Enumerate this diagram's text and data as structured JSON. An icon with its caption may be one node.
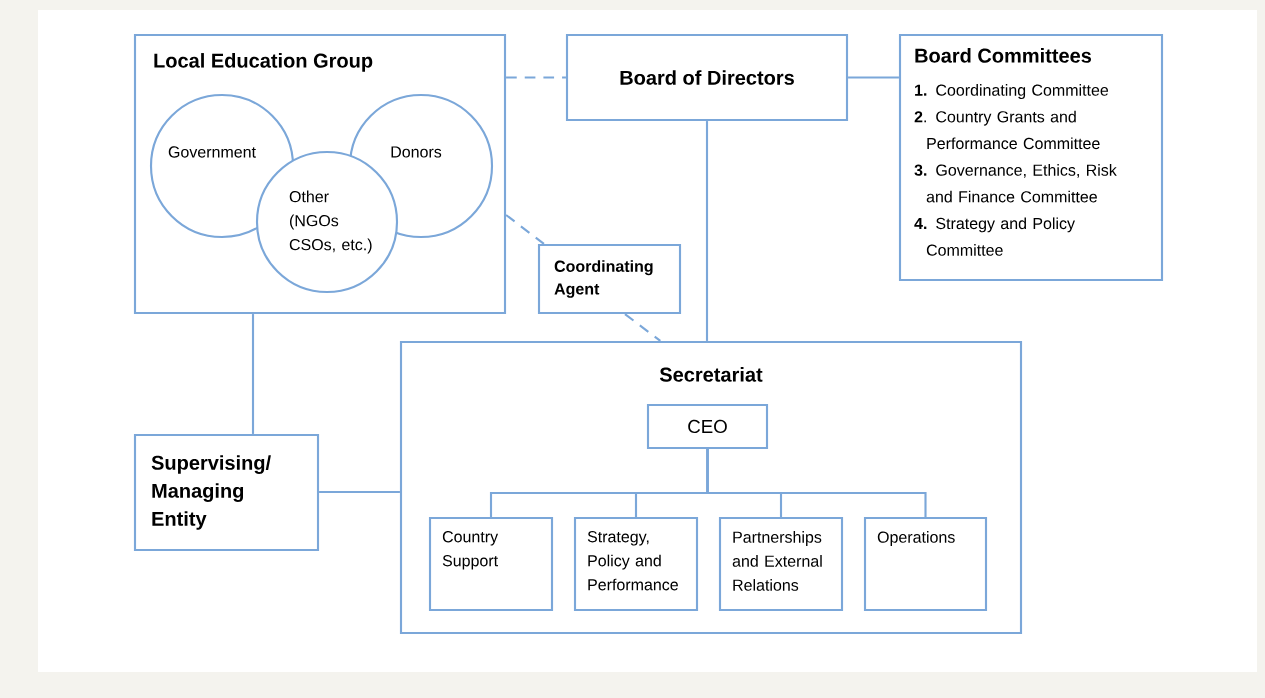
{
  "diagram": {
    "nodes": [
      {
        "text": [
          "Local Education Group"
        ]
      },
      {
        "text": [
          "Government"
        ],
        "in": 0
      },
      {
        "text": [
          "Donors"
        ],
        "in": 0
      },
      {
        "text": [
          "Other (NGOs CSOs, etc.)"
        ],
        "in": 0
      },
      {
        "text": [
          "Board of Directors"
        ]
      },
      {
        "text": [
          "Board Committees",
          "**1.** Coordinating Committee",
          "**2**. Country Grants and Performance Committee",
          "**3.** Governance, Ethics, Risk and Finance Committee",
          "**4.** Strategy and Policy Committee"
        ]
      },
      {
        "text": [
          "Coordinating Agent"
        ]
      },
      {
        "text": [
          "Secretariat"
        ]
      },
      {
        "text": [
          "CEO"
        ],
        "in": 7
      },
      {
        "text": [
          "Country Support"
        ],
        "in": 7
      },
      {
        "text": [
          "Strategy, Policy and Performance"
        ],
        "in": 7
      },
      {
        "text": [
          "Partnerships and External Relations"
        ],
        "in": 7
      },
      {
        "text": [
          "Operations"
        ],
        "in": 7
      },
      {
        "text": [
          "Supervising/ Managing Entity"
        ]
      }
    ],
    "edges": [
      {
        "from": 0,
        "to": 4,
        "arrow": "none",
        "style": "dashed"
      },
      {
        "from": 4,
        "to": 5,
        "arrow": "none"
      },
      {
        "from": 4,
        "to": 7,
        "arrow": "none"
      },
      {
        "from": 0,
        "to": 6,
        "arrow": "none",
        "style": "dashed"
      },
      {
        "from": 6,
        "to": 7,
        "arrow": "none",
        "style": "dashed"
      },
      {
        "from": 0,
        "to": 13,
        "arrow": "none"
      },
      {
        "from": 13,
        "to": 7,
        "arrow": "none"
      },
      {
        "from": 8,
        "to": 9,
        "arrow": "none"
      },
      {
        "from": 8,
        "to": 10,
        "arrow": "none"
      },
      {
        "from": 8,
        "to": 11,
        "arrow": "none"
      },
      {
        "from": 8,
        "to": 12,
        "arrow": "none"
      }
    ]
  }
}
